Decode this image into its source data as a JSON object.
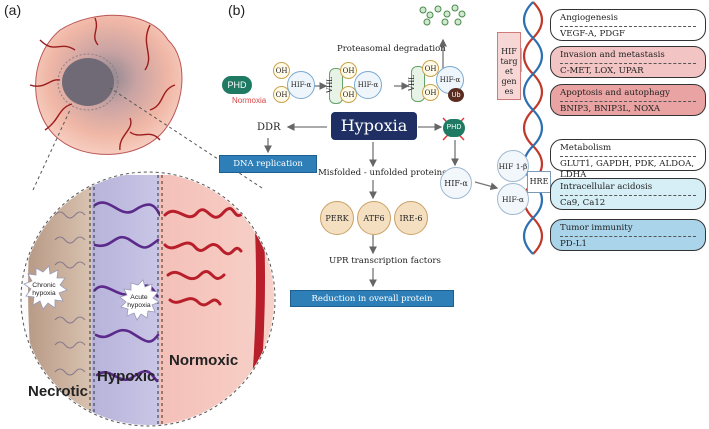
{
  "labels": {
    "panel_a": "(a)",
    "panel_b": "(b)",
    "necrotic": "Necrotic",
    "hypoxic": "Hypoxic",
    "normoxic": "Normoxic",
    "chronic_hypoxia": "Chronic hypoxia",
    "acute_hypoxia": "Acute hypoxia"
  },
  "pathway": {
    "hypoxia": "Hypoxia",
    "phd": "PHD",
    "normoxia": "Normoxia",
    "oh": "OH",
    "hif_alpha": "HIF-α",
    "vhl": "VHL",
    "ub": "Ub",
    "proteasomal_degradation": "Proteasomal degradation",
    "ddr": "DDR",
    "dna_replication_arrest": "DNA replication arrest",
    "misfolded": "Misfolded - unfolded proteins",
    "perk": "PERK",
    "atf6": "ATF6",
    "ire6": "IRE-6",
    "upr": "UPR transcription factors",
    "reduction": "Reduction in overall protein synthesis",
    "phd_crossed": "PHD",
    "hif1b": "HIF 1-β",
    "hre": "HRE",
    "hif_target_genes": "HIF target genes"
  },
  "gene_groups": [
    {
      "title": "Angiogenesis",
      "genes": "VEGF-A, PDGF",
      "color": "#ffffff"
    },
    {
      "title": "Invasion and metastasis",
      "genes": "C-MET, LOX, UPAR",
      "color": "#f2c4c4"
    },
    {
      "title": "Apoptosis and autophagy",
      "genes": "BNIP3, BNIP3L, NOXA",
      "color": "#e9a3a3"
    },
    {
      "title": "Metabolism",
      "genes": "GLUT1, GAPDH, PDK, ALDOA, LDHA",
      "color": "#ffffff"
    },
    {
      "title": "Intracellular acidosis",
      "genes": "Ca9, Ca12",
      "color": "#d6eef5"
    },
    {
      "title": "Tumor immunity",
      "genes": "PD-L1",
      "color": "#a9d4ea"
    }
  ],
  "colors": {
    "hypoxia_box": "#1f2f63",
    "blue_box": "#2e7fb8",
    "phd": "#1f7a63",
    "normoxia_text": "#d64545",
    "target_genes_box": "#f7d6d6"
  }
}
